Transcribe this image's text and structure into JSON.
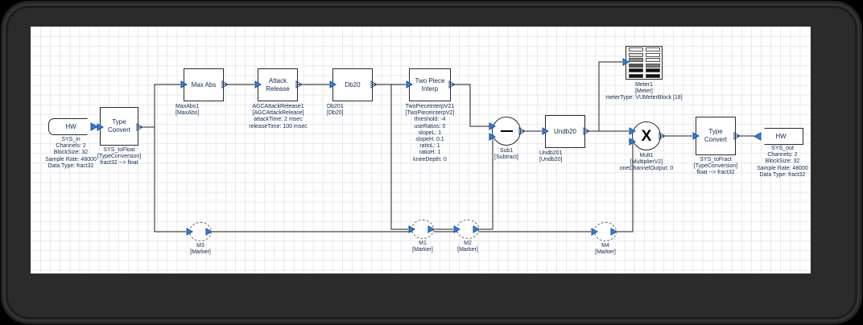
{
  "app": {
    "title": "Audio DSP Block Diagram",
    "canvas": {
      "grid": "on",
      "background": "#ffffff",
      "grid_color": "#e8e8ec"
    }
  },
  "theme": {
    "block_border": "#2a2a2a",
    "label_color": "#102a54",
    "port_color": "#1e6fd9",
    "wire_color": "#222222"
  },
  "blocks": [
    {
      "id": "hw_in",
      "icon": "hw-input-icon",
      "title": "HW",
      "caption": "SYS_in\nChannels: 2\nBlockSize: 32\nSample Rate: 48000\nData Type: fract32"
    },
    {
      "id": "tc_in",
      "icon": "type-convert-icon",
      "title": "Type\nConvert",
      "caption": "SYS_toFloat\n[TypeConversion]\nfract32 --> float"
    },
    {
      "id": "maxabs",
      "icon": "max-abs-icon",
      "title": "Max Abs",
      "caption": "MaxAbs1\n[MaxAbs]"
    },
    {
      "id": "agc",
      "icon": "attack-release-icon",
      "title": "Attack\nRelease",
      "caption": "AGCAttackRelease1\n[AGCAttackRelease]\nattackTime: 2 msec\nreleaseTime: 100 msec"
    },
    {
      "id": "db20",
      "icon": "db20-icon",
      "title": "Db20",
      "caption": "Db201\n[Db20]"
    },
    {
      "id": "twopiece",
      "icon": "two-piece-interp-icon",
      "title": "Two Piece\nInterp",
      "caption": "TwoPieceInterpV21\n[TwoPieceInterpV2]\nthreshold: -4\nuseRatios: 0\nslopeL: 1\nslopeH: 0.1\nratioL: 1\nratioH: 1\nkneeDepth: 0"
    },
    {
      "id": "sub1",
      "icon": "subtract-icon",
      "title": "—",
      "caption": "Sub1\n[Subtract]"
    },
    {
      "id": "undb20",
      "icon": "undb20-icon",
      "title": "Undb20",
      "caption": "Undb201\n[Undb20]"
    },
    {
      "id": "meter",
      "icon": "vu-meter-icon",
      "title": "",
      "caption": "Meter1\n[Meter]\nmeterType: VUMeterBlock [18]"
    },
    {
      "id": "mult1",
      "icon": "multiply-icon",
      "title": "X",
      "caption": "Mult1\n[MultiplierV2]\noneChannelOutput: 0"
    },
    {
      "id": "tc_out",
      "icon": "type-convert-icon",
      "title": "Type\nConvert",
      "caption": "SYS_toFract\n[TypeConversion]\nfloat --> fract32"
    },
    {
      "id": "hw_out",
      "icon": "hw-output-icon",
      "title": "HW",
      "caption": "SYS_out\nChannels: 2\nBlockSize: 32\nSample Rate: 48000\nData Type: fract32"
    },
    {
      "id": "m1",
      "icon": "marker-icon",
      "title": "",
      "caption": "M1\n[Marker]"
    },
    {
      "id": "m2",
      "icon": "marker-icon",
      "title": "",
      "caption": "M2\n[Marker]"
    },
    {
      "id": "m3",
      "icon": "marker-icon",
      "title": "",
      "caption": "M3\n[Marker]"
    },
    {
      "id": "m4",
      "icon": "marker-icon",
      "title": "",
      "caption": "M4\n[Marker]"
    }
  ]
}
